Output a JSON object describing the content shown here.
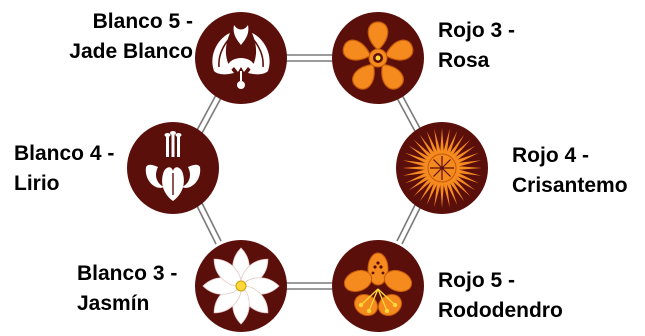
{
  "colors": {
    "disc": "#5b0f0b",
    "white_petal": "#ffffff",
    "orange_petal": "#f58a1f",
    "orange_dark": "#c45a0a",
    "yellow": "#ffd93a",
    "link": "#7a7a7a"
  },
  "flowers": [
    {
      "id": "blanco5",
      "line1": "Blanco 5 -",
      "line2": "Jade Blanco",
      "icon": "jade-flower-icon"
    },
    {
      "id": "rojo3",
      "line1": "Rojo 3 -",
      "line2": "Rosa",
      "icon": "rose-icon"
    },
    {
      "id": "blanco4",
      "line1": "Blanco 4 -",
      "line2": "Lirio",
      "icon": "lily-icon"
    },
    {
      "id": "rojo4",
      "line1": "Rojo 4 -",
      "line2": "Crisantemo",
      "icon": "chrysanthemum-icon"
    },
    {
      "id": "blanco3",
      "line1": "Blanco 3 -",
      "line2": "Jasmín",
      "icon": "jasmine-icon"
    },
    {
      "id": "rojo5",
      "line1": "Rojo 5 -",
      "line2": "Rododendro",
      "icon": "rhododendron-icon"
    }
  ]
}
